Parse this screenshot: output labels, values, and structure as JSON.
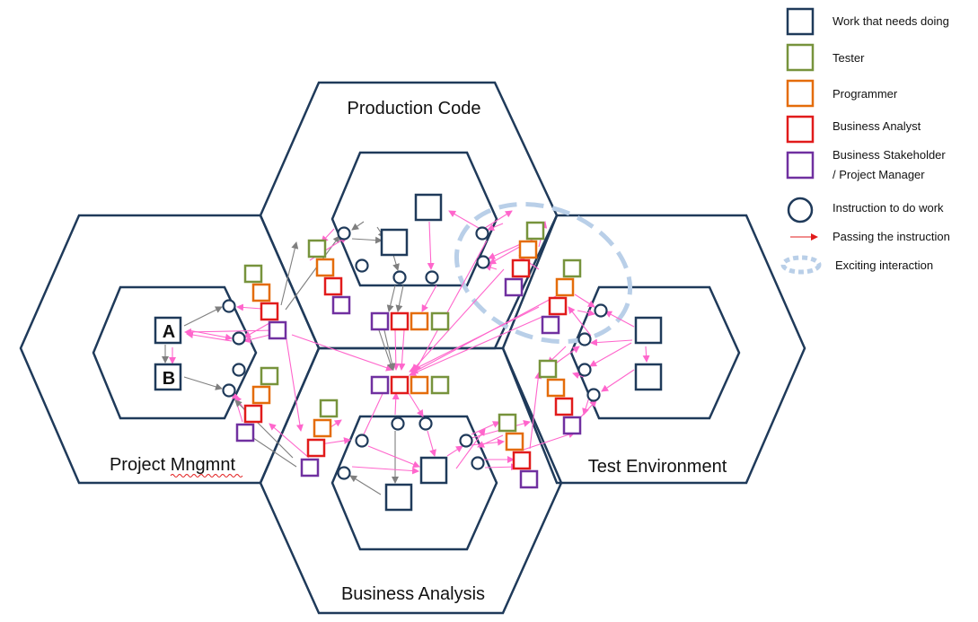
{
  "colors": {
    "hexagon": "#1f3a5a",
    "work": "#1f3a5a",
    "tester": "#77933c",
    "programmer": "#e46c0a",
    "business_analyst": "#e11b1b",
    "business_stakeholder": "#7030a0",
    "instruction": "#1f3a5a",
    "instruction_arrow": "#ff66cc",
    "grey_arrow": "#7f7f7f",
    "exciting_interaction": "#b9cfe8"
  },
  "hexagons": {
    "production_code": "Production Code",
    "project_mngmnt": "Project Mngmnt",
    "test_environment": "Test Environment",
    "business_analysis": "Business Analysis"
  },
  "work_items": {
    "a": "A",
    "b": "B"
  },
  "legend": {
    "work": "Work that needs doing",
    "tester": "Tester",
    "programmer": "Programmer",
    "business_analyst": "Business Analyst",
    "business_stakeholder_line1": "Business Stakeholder",
    "business_stakeholder_line2": "/ Project Manager",
    "instruction": "Instruction to do work",
    "passing": "Passing the instruction",
    "exciting": "Exciting interaction"
  }
}
